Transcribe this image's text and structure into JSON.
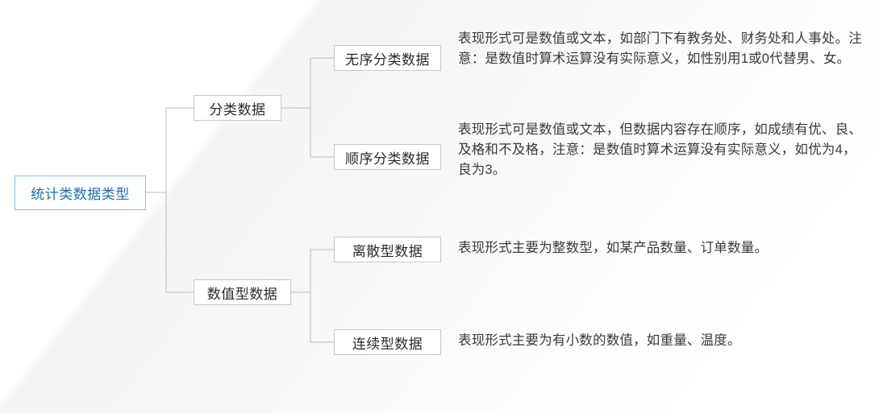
{
  "diagram": {
    "title": "统计类数据类型",
    "root": {
      "label": "统计类数据类型"
    },
    "branches": [
      {
        "label": "分类数据"
      },
      {
        "label": "数值型数据"
      }
    ],
    "leaves": [
      {
        "label": "无序分类数据"
      },
      {
        "label": "顺序分类数据"
      },
      {
        "label": "离散型数据"
      },
      {
        "label": "连续型数据"
      }
    ],
    "descriptions": [
      {
        "text": "表现形式可是数值或文本，如部门下有教务处、财务处和人事处。注意：是数值时算术运算没有实际意义，如性别用1或0代替男、女。"
      },
      {
        "text": "表现形式可是数值或文本，但数据内容存在顺序，如成绩有优、良、及格和不及格，注意：是数值时算术运算没有实际意义，如优为4，良为3。"
      },
      {
        "text": "表现形式主要为整数型，如某产品数量、订单数量。"
      },
      {
        "text": "表现形式主要为有小数的数值，如重量、温度。"
      }
    ],
    "colors": {
      "root_border": "#8fbcdb",
      "root_text": "#1f6fb5",
      "node_border": "#c9c9c9",
      "node_text": "#2b2b2b",
      "link": "#bdbdbd",
      "description_text": "#3a3a3a",
      "background": "#ffffff"
    }
  }
}
